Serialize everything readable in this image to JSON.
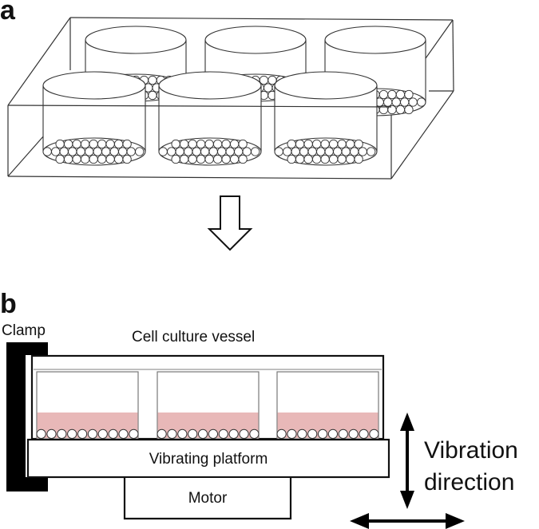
{
  "figure": {
    "panel_a": {
      "letter": "a",
      "description": "Six-well culture plate with cell spheres at the bottom of each well",
      "wells": 6,
      "transition_arrow": "down-arrow"
    },
    "panel_b": {
      "letter": "b",
      "labels": {
        "clamp": "Clamp",
        "vessel": "Cell culture vessel",
        "platform": "Vibrating platform",
        "motor": "Motor",
        "vibration_line1": "Vibration",
        "vibration_line2": "direction"
      },
      "wells_shown": 3,
      "cells_per_well": 10,
      "colors": {
        "medium": "#e8b8b8",
        "clamp": "#000000",
        "outline": "#111111"
      },
      "arrows": [
        "vertical-double-arrow",
        "horizontal-double-arrow"
      ]
    }
  }
}
